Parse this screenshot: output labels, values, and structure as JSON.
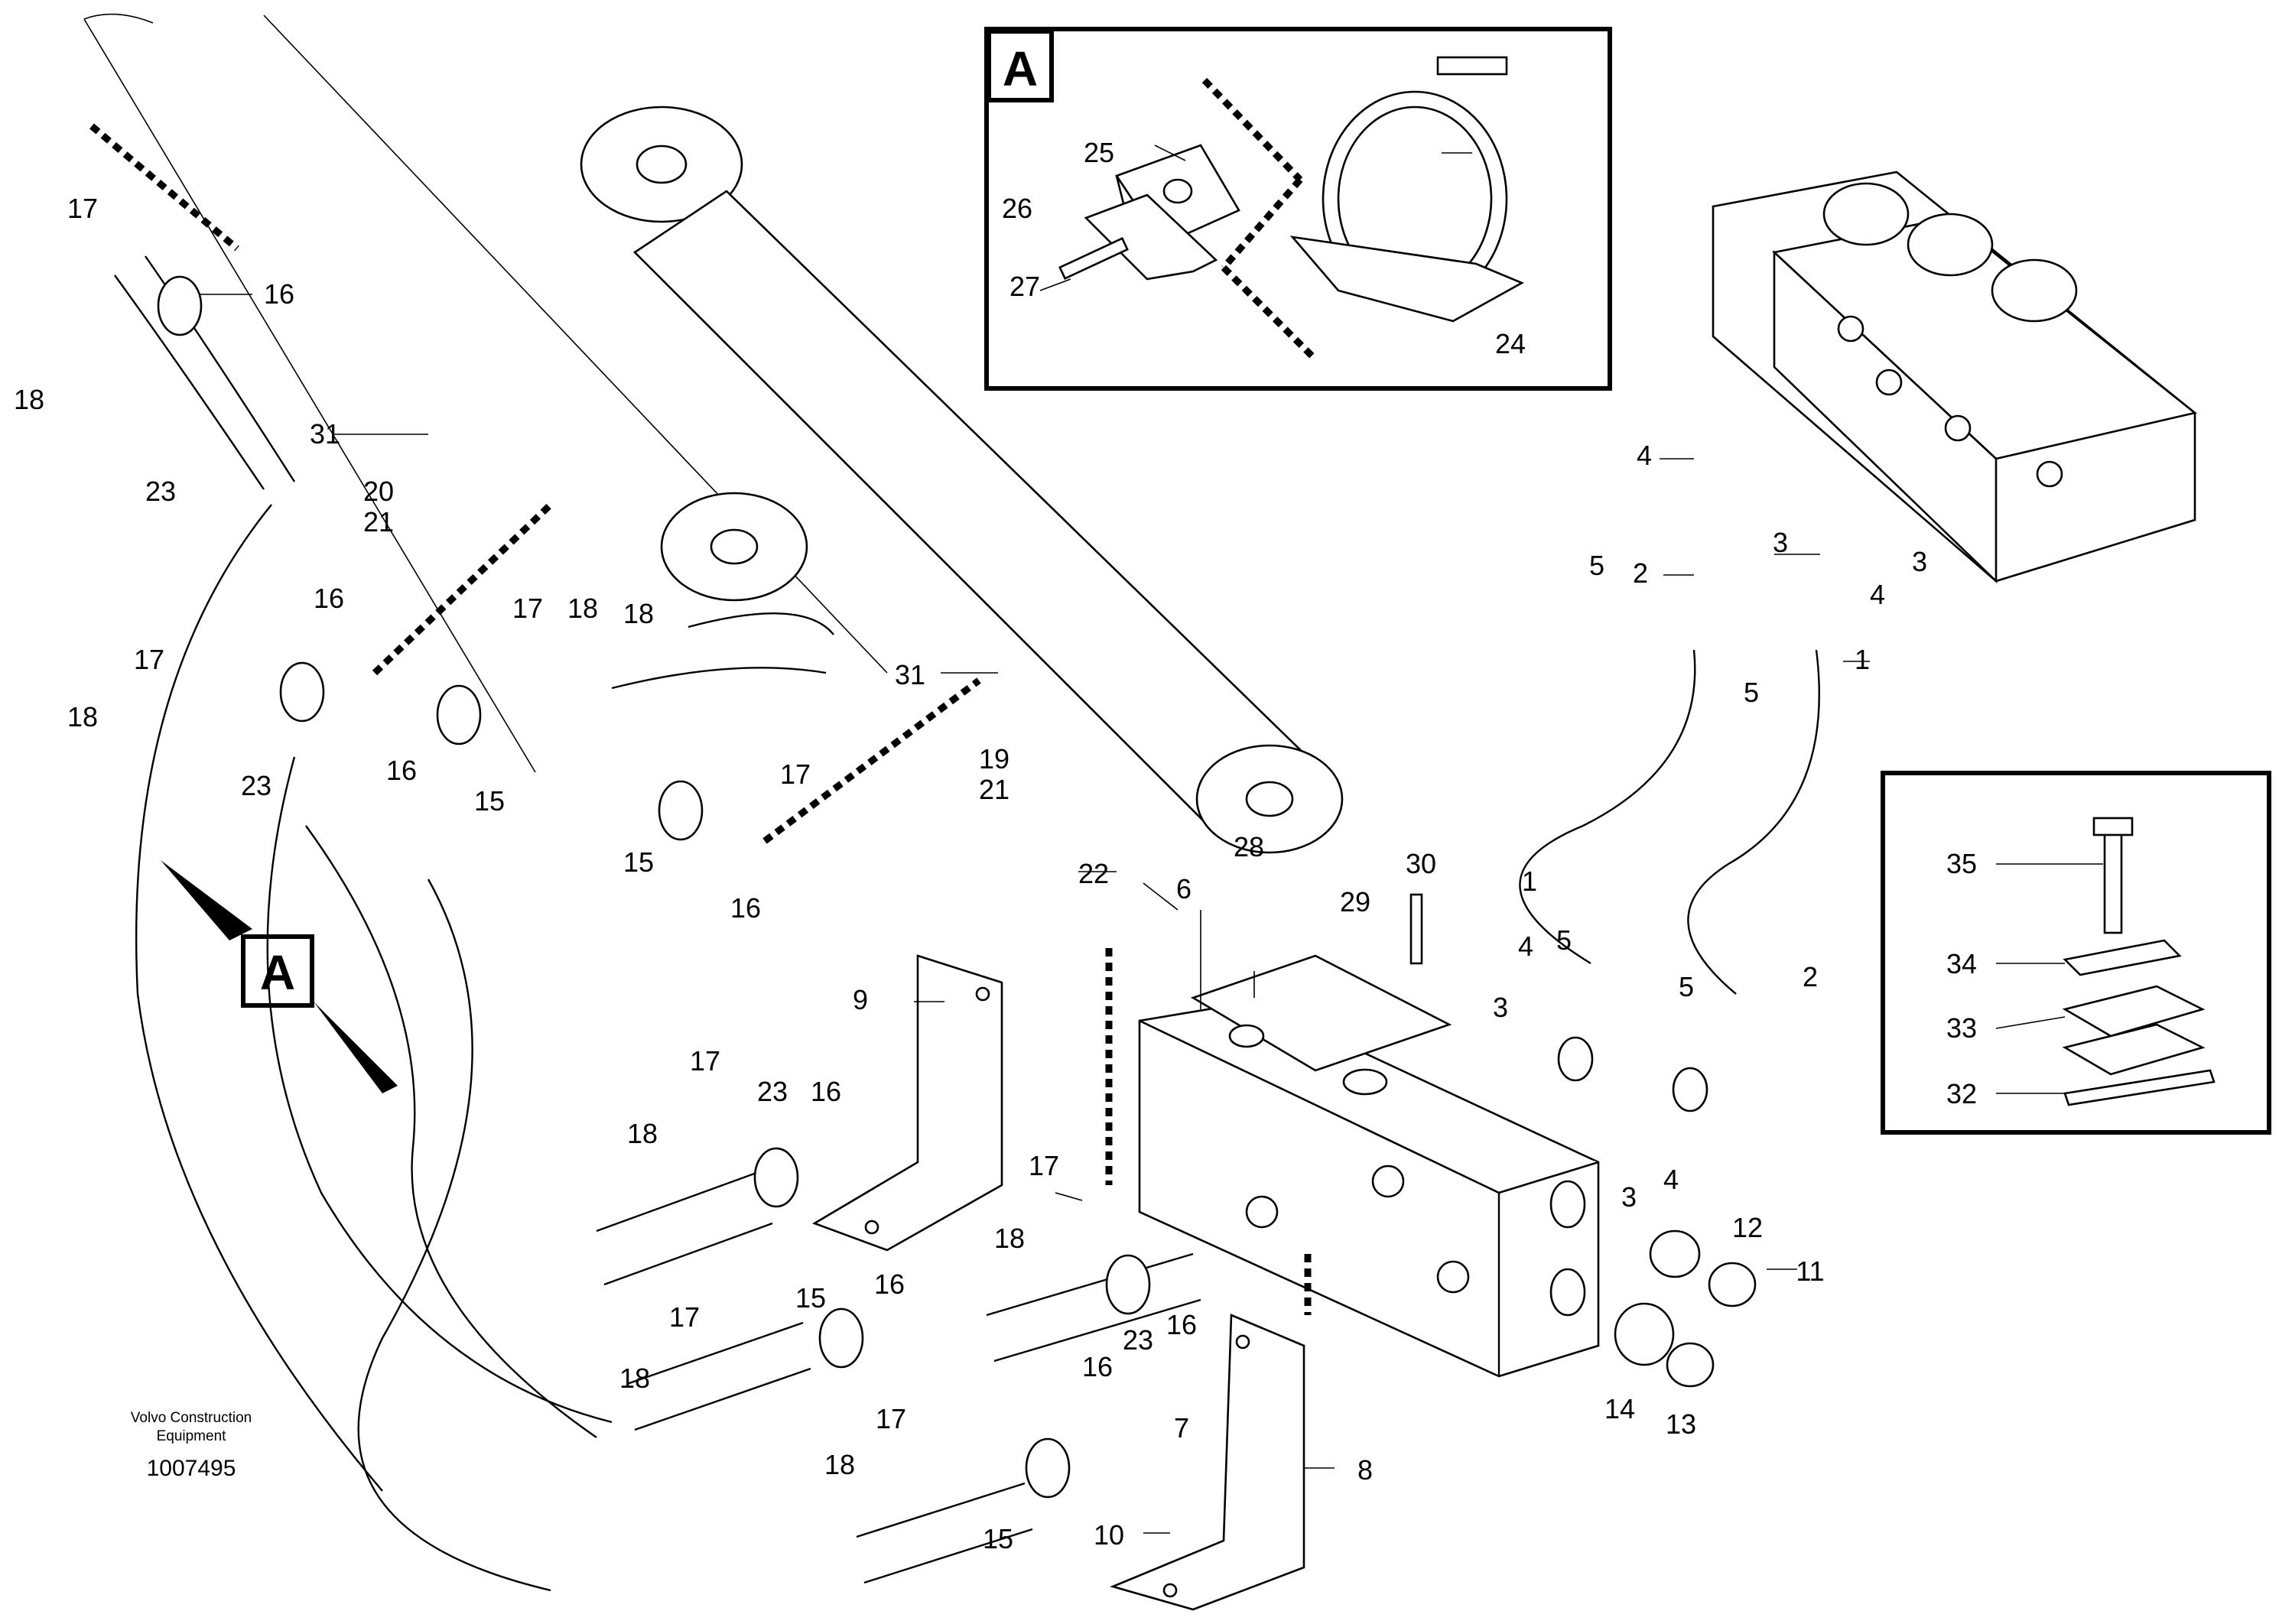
{
  "callouts": [
    "1",
    "2",
    "3",
    "4",
    "5",
    "6",
    "7",
    "8",
    "9",
    "10",
    "11",
    "12",
    "13",
    "14",
    "15",
    "16",
    "17",
    "18",
    "19",
    "20",
    "21",
    "22",
    "23",
    "24",
    "25",
    "26",
    "27",
    "28",
    "29",
    "30",
    "31",
    "32",
    "33",
    "34",
    "35"
  ],
  "detail_box_label": "A",
  "view_reference_label": "A",
  "credit": {
    "line1": "Volvo Construction",
    "line2": "Equipment",
    "doc_number": "1007495"
  }
}
